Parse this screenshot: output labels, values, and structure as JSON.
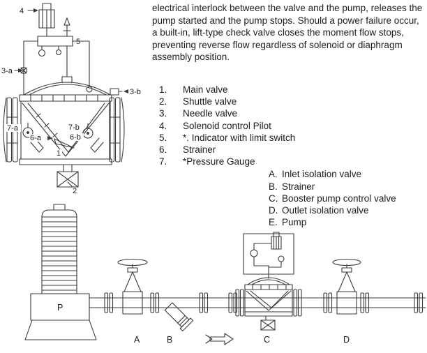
{
  "colors": {
    "ink": "#1c1c1c",
    "line_art": "#3a3a3a"
  },
  "intro_text": "electrical interlock between the valve and the pump, releases the pump started and the pump stops. Should a power failure occur, a built-in, lift-type check valve closes the moment flow stops, preventing reverse flow regardless of solenoid or diaphragm assembly position.",
  "component_list": {
    "items": [
      {
        "num": "1.",
        "label": "Main valve"
      },
      {
        "num": "2.",
        "label": "Shuttle valve"
      },
      {
        "num": "3.",
        "label": "Needle valve"
      },
      {
        "num": "4.",
        "label": "Solenoid control Pilot"
      },
      {
        "num": "5.",
        "label": "*. Indicator with limit switch"
      },
      {
        "num": "6.",
        "label": "Strainer"
      },
      {
        "num": "7.",
        "label": "*Pressure Gauge"
      }
    ]
  },
  "installation_list": {
    "items": [
      {
        "num": "A.",
        "label": "Inlet isolation valve"
      },
      {
        "num": "B.",
        "label": "Strainer"
      },
      {
        "num": "C.",
        "label": "Booster pump control valve"
      },
      {
        "num": "D.",
        "label": "Outlet isolation valve"
      },
      {
        "num": "E.",
        "label": "Pump"
      }
    ]
  },
  "valve_diagram": {
    "callouts": {
      "solenoid": "4",
      "indicator": "5",
      "needle_a": "3-a",
      "needle_b": "3-b",
      "gauge_a": "7-a",
      "gauge_b": "7-b",
      "strainer_a": "6-a",
      "strainer_b": "6-b",
      "main_valve": "1",
      "shuttle_valve": "2"
    }
  },
  "schematic": {
    "pump_label": "P",
    "position_labels": {
      "a": "A",
      "b": "B",
      "c": "C",
      "d": "D"
    }
  }
}
